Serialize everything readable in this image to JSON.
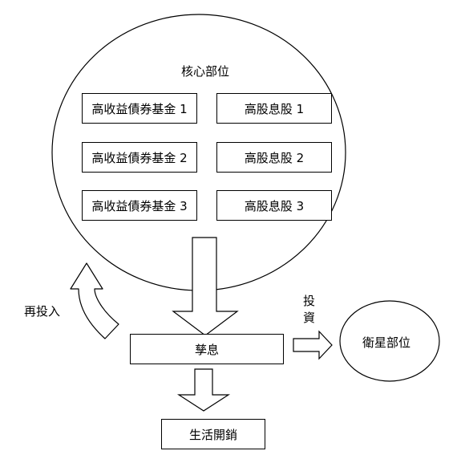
{
  "diagram": {
    "core": {
      "title": "核心部位",
      "funds": [
        {
          "label": "高收益債券基金 1"
        },
        {
          "label": "高收益債券基金 2"
        },
        {
          "label": "高收益債券基金 3"
        }
      ],
      "stocks": [
        {
          "label": "高股息股 1"
        },
        {
          "label": "高股息股 2"
        },
        {
          "label": "高股息股 3"
        }
      ]
    },
    "interest": "孳息",
    "reinvest": "再投入",
    "invest": "投\n資",
    "satellite": "衛星部位",
    "living": "生活開銷"
  }
}
